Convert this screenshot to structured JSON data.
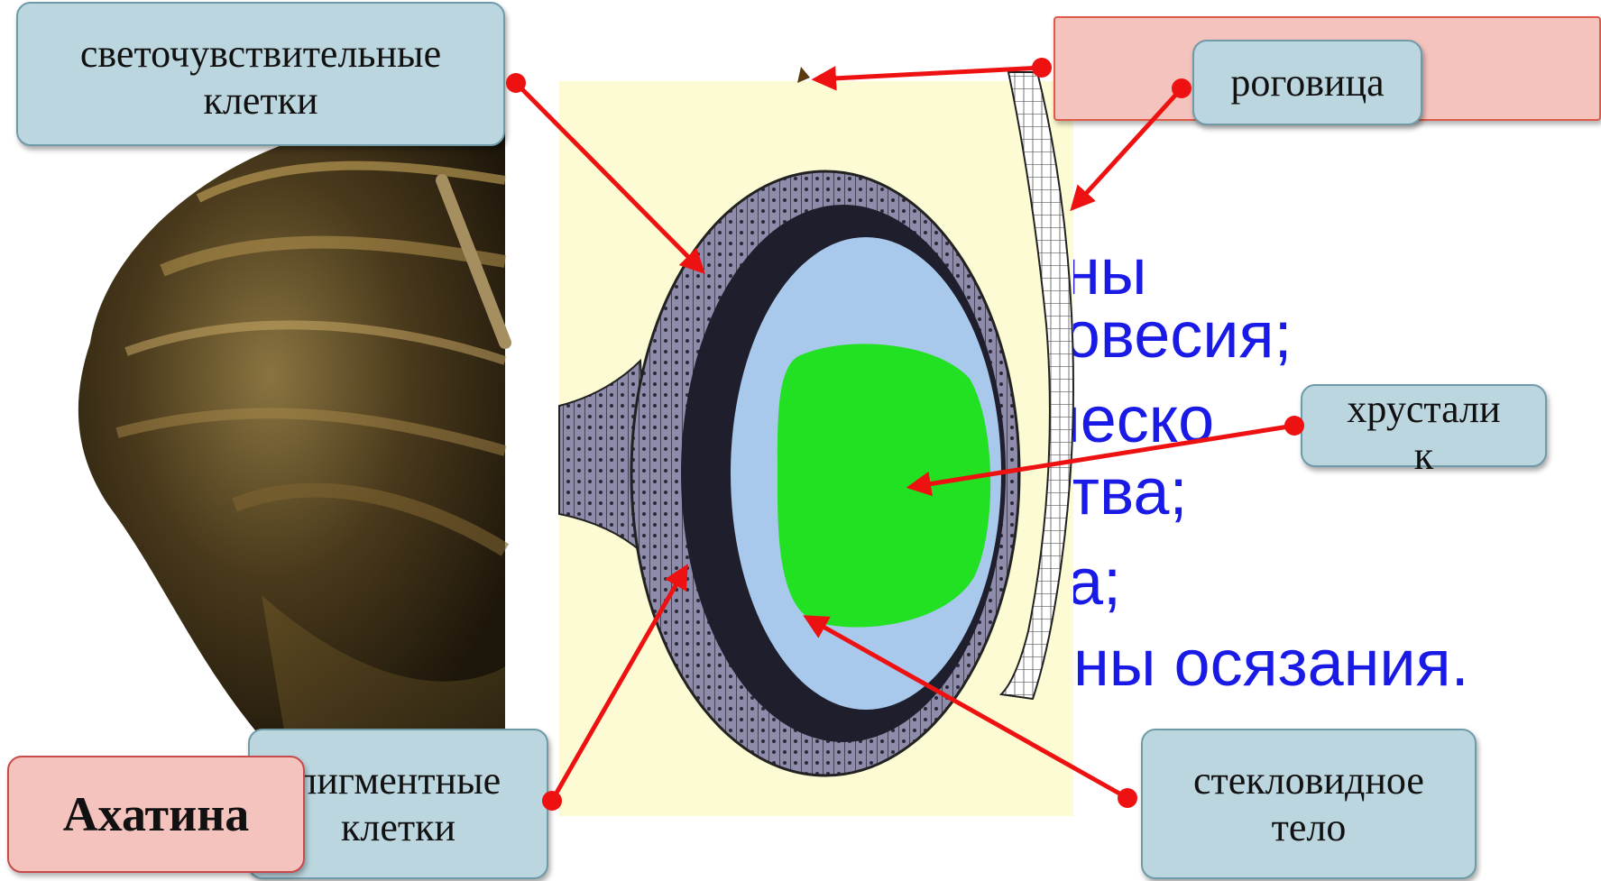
{
  "labels": {
    "photoreceptor": {
      "line1": "светочувствительные",
      "line2": "клетки"
    },
    "cornea": "роговица",
    "lens": {
      "line1": "хрустали",
      "line2": "к"
    },
    "pigment": {
      "line1": "пигментные",
      "line2": "клетки"
    },
    "vitreous": {
      "line1": "стекловидное",
      "line2": "тело"
    },
    "species": "Ахатина"
  },
  "background_list": [
    "аны",
    "новесия;",
    "ическо",
    "ства;",
    "за;",
    "аны осязания."
  ],
  "colors": {
    "arrow": "#ee1111",
    "label_fill": "#bcd6df",
    "red_box_fill": "#f5c3bd",
    "list_text": "#1a1ae6",
    "panel": "#fdfbd3",
    "lens": "#22e022",
    "vitreous": "#a8c8ec",
    "pigment_layer": "#1e1e2c",
    "retina": "#8f8cab"
  }
}
